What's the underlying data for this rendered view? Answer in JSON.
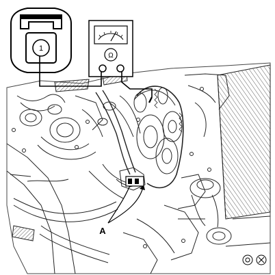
{
  "connector": {
    "pin_label": "1"
  },
  "meter": {
    "dial_symbol": "Ω",
    "icon": "ohmmeter-icon"
  },
  "callouts": [
    {
      "label": "A"
    }
  ],
  "corner_marks": {
    "icon": "gear-circle-icons"
  }
}
